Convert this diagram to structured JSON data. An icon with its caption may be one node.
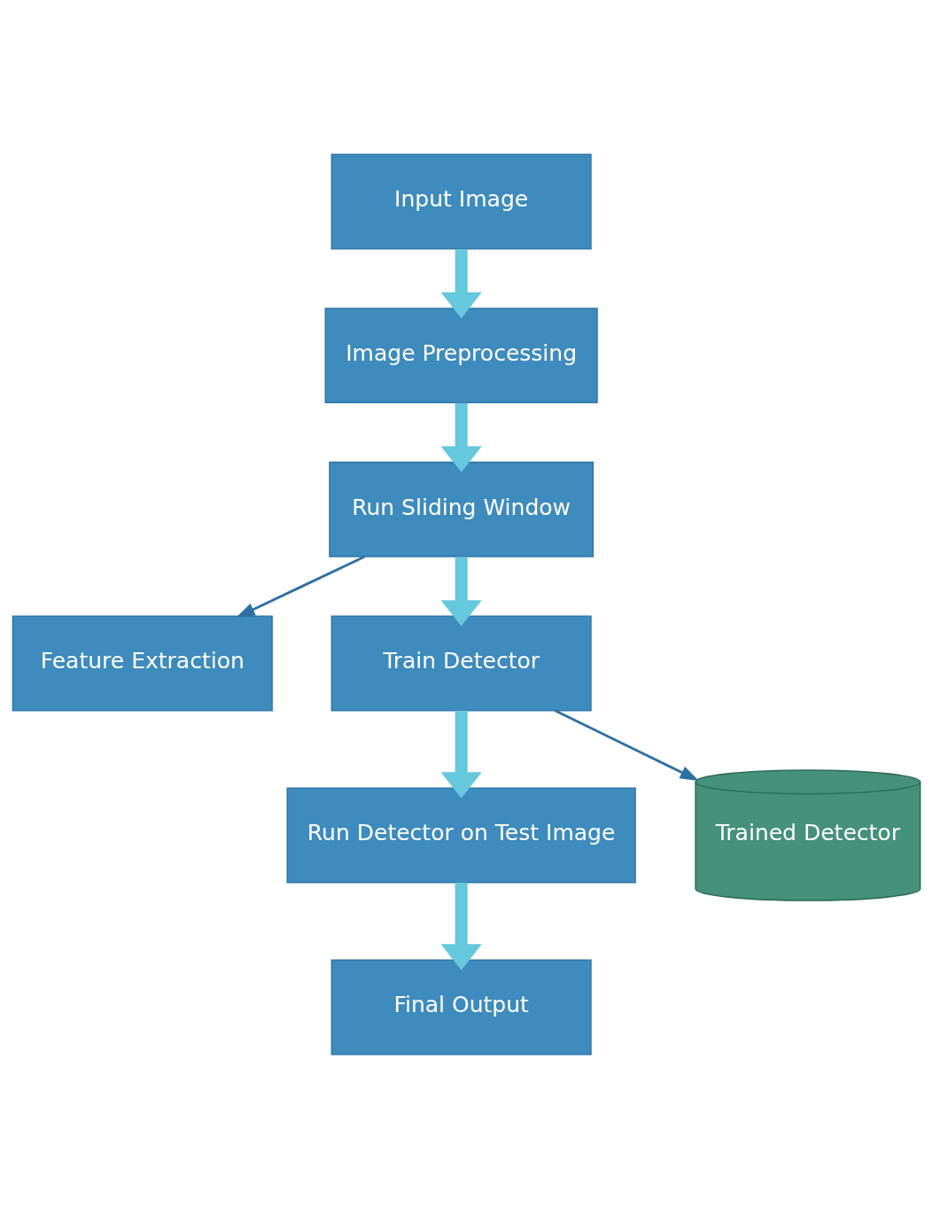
{
  "diagram": {
    "nodes": [
      {
        "text": [
          "Input Image"
        ]
      },
      {
        "text": [
          "Image Preprocessing"
        ]
      },
      {
        "text": [
          "Run Sliding Window"
        ]
      },
      {
        "text": [
          "Feature Extraction"
        ]
      },
      {
        "text": [
          "Train Detector"
        ]
      },
      {
        "text": [
          "Run Detector on Test Image"
        ]
      },
      {
        "text": [
          "Trained Detector"
        ]
      },
      {
        "text": [
          "Final Output"
        ]
      }
    ],
    "edges": [
      {
        "from": 0,
        "to": 1,
        "arrow": "to"
      },
      {
        "from": 1,
        "to": 2,
        "arrow": "to"
      },
      {
        "from": 2,
        "to": 3,
        "arrow": "to",
        "color": "#2f6fa3"
      },
      {
        "from": 2,
        "to": 4,
        "arrow": "to"
      },
      {
        "from": 4,
        "to": 6,
        "arrow": "to",
        "color": "#2f6fa3"
      },
      {
        "from": 4,
        "to": 5,
        "arrow": "to"
      },
      {
        "from": 5,
        "to": 7,
        "arrow": "to"
      }
    ]
  }
}
